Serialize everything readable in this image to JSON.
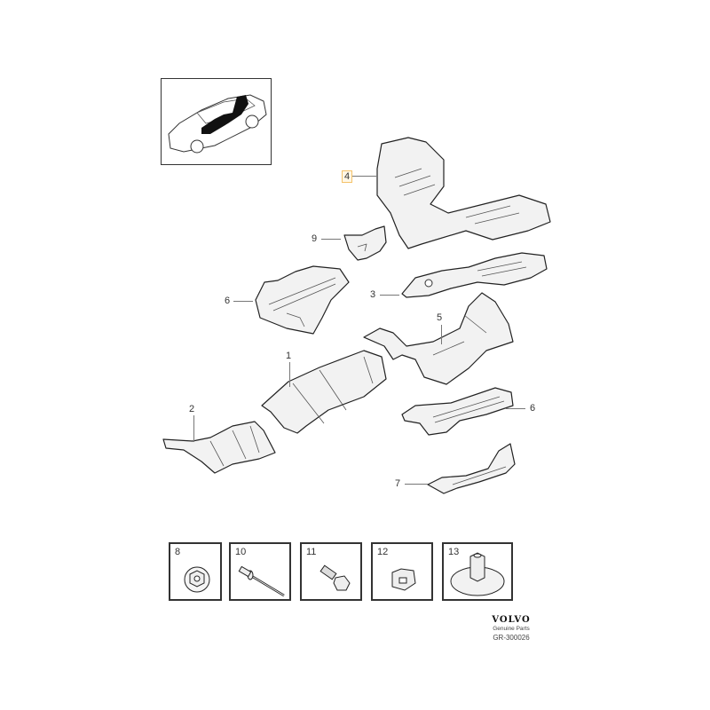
{
  "diagram": {
    "title_thumbnail": "vehicle-location-overview",
    "callouts": [
      {
        "id": "1",
        "label": "1"
      },
      {
        "id": "2",
        "label": "2"
      },
      {
        "id": "3",
        "label": "3"
      },
      {
        "id": "4",
        "label": "4",
        "highlighted": true
      },
      {
        "id": "5",
        "label": "5"
      },
      {
        "id": "6a",
        "label": "6"
      },
      {
        "id": "6b",
        "label": "6"
      },
      {
        "id": "7",
        "label": "7"
      },
      {
        "id": "9",
        "label": "9"
      }
    ],
    "hardware": [
      {
        "num": "8",
        "part": "flange-nut"
      },
      {
        "num": "10",
        "part": "rivet"
      },
      {
        "num": "11",
        "part": "flange-bolt"
      },
      {
        "num": "12",
        "part": "clip-nut"
      },
      {
        "num": "13",
        "part": "spring-nut"
      }
    ],
    "highlight_color": "#f4c36b"
  },
  "brand": {
    "logo": "VOLVO",
    "subtitle": "Genuine Parts",
    "code": "GR-300026"
  }
}
